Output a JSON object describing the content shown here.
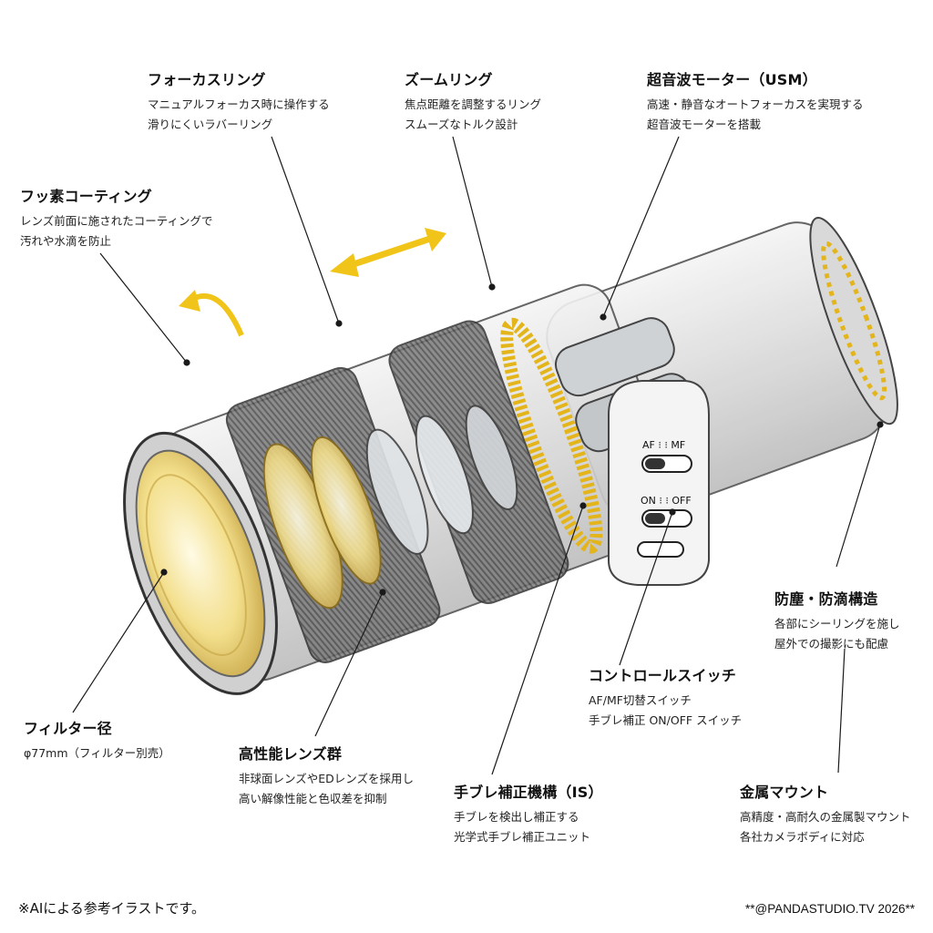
{
  "callouts": {
    "focus_ring": {
      "title": "フォーカスリング",
      "lines": [
        "マニュアルフォーカス時に操作する",
        "滑りにくいラバーリング"
      ]
    },
    "zoom_ring": {
      "title": "ズームリング",
      "lines": [
        "焦点距離を調整するリング",
        "スムーズなトルク設計"
      ]
    },
    "usm": {
      "title": "超音波モーター（USM）",
      "lines": [
        "高速・静音なオートフォーカスを実現する",
        "超音波モーターを搭載"
      ]
    },
    "fluorine": {
      "title": "フッ素コーティング",
      "lines": [
        "レンズ前面に施されたコーティングで",
        "汚れや水滴を防止"
      ]
    },
    "weather": {
      "title": "防塵・防滴構造",
      "lines": [
        "各部にシーリングを施し",
        "屋外での撮影にも配慮"
      ]
    },
    "control": {
      "title": "コントロールスイッチ",
      "lines": [
        "AF/MF切替スイッチ",
        "手ブレ補正 ON/OFF スイッチ"
      ]
    },
    "filter": {
      "title": "フィルター径",
      "lines": [
        "φ77mm（フィルター別売）"
      ]
    },
    "elements": {
      "title": "高性能レンズ群",
      "lines": [
        "非球面レンズやEDレンズを採用し",
        "高い解像性能と色収差を抑制"
      ]
    },
    "is": {
      "title": "手ブレ補正機構（IS）",
      "lines": [
        "手ブレを検出し補正する",
        "光学式手ブレ補正ユニット"
      ]
    },
    "mount": {
      "title": "金属マウント",
      "lines": [
        "高精度・高耐久の金属製マウント",
        "各社カメラボディに対応"
      ]
    }
  },
  "switch_labels": {
    "af_mf": "AF ⁝ ⁝ MF",
    "on_off": "ON ⁝ ⁝ OFF"
  },
  "footer": {
    "note": "※AIによる参考イラストです。",
    "credit": "**@PANDASTUDIO.TV 2026**"
  },
  "colors": {
    "accent_yellow": "#f0c419",
    "lens_glass": "#f3df8c",
    "line": "#1a1a1a",
    "body_gray": "#9a9a9a"
  }
}
